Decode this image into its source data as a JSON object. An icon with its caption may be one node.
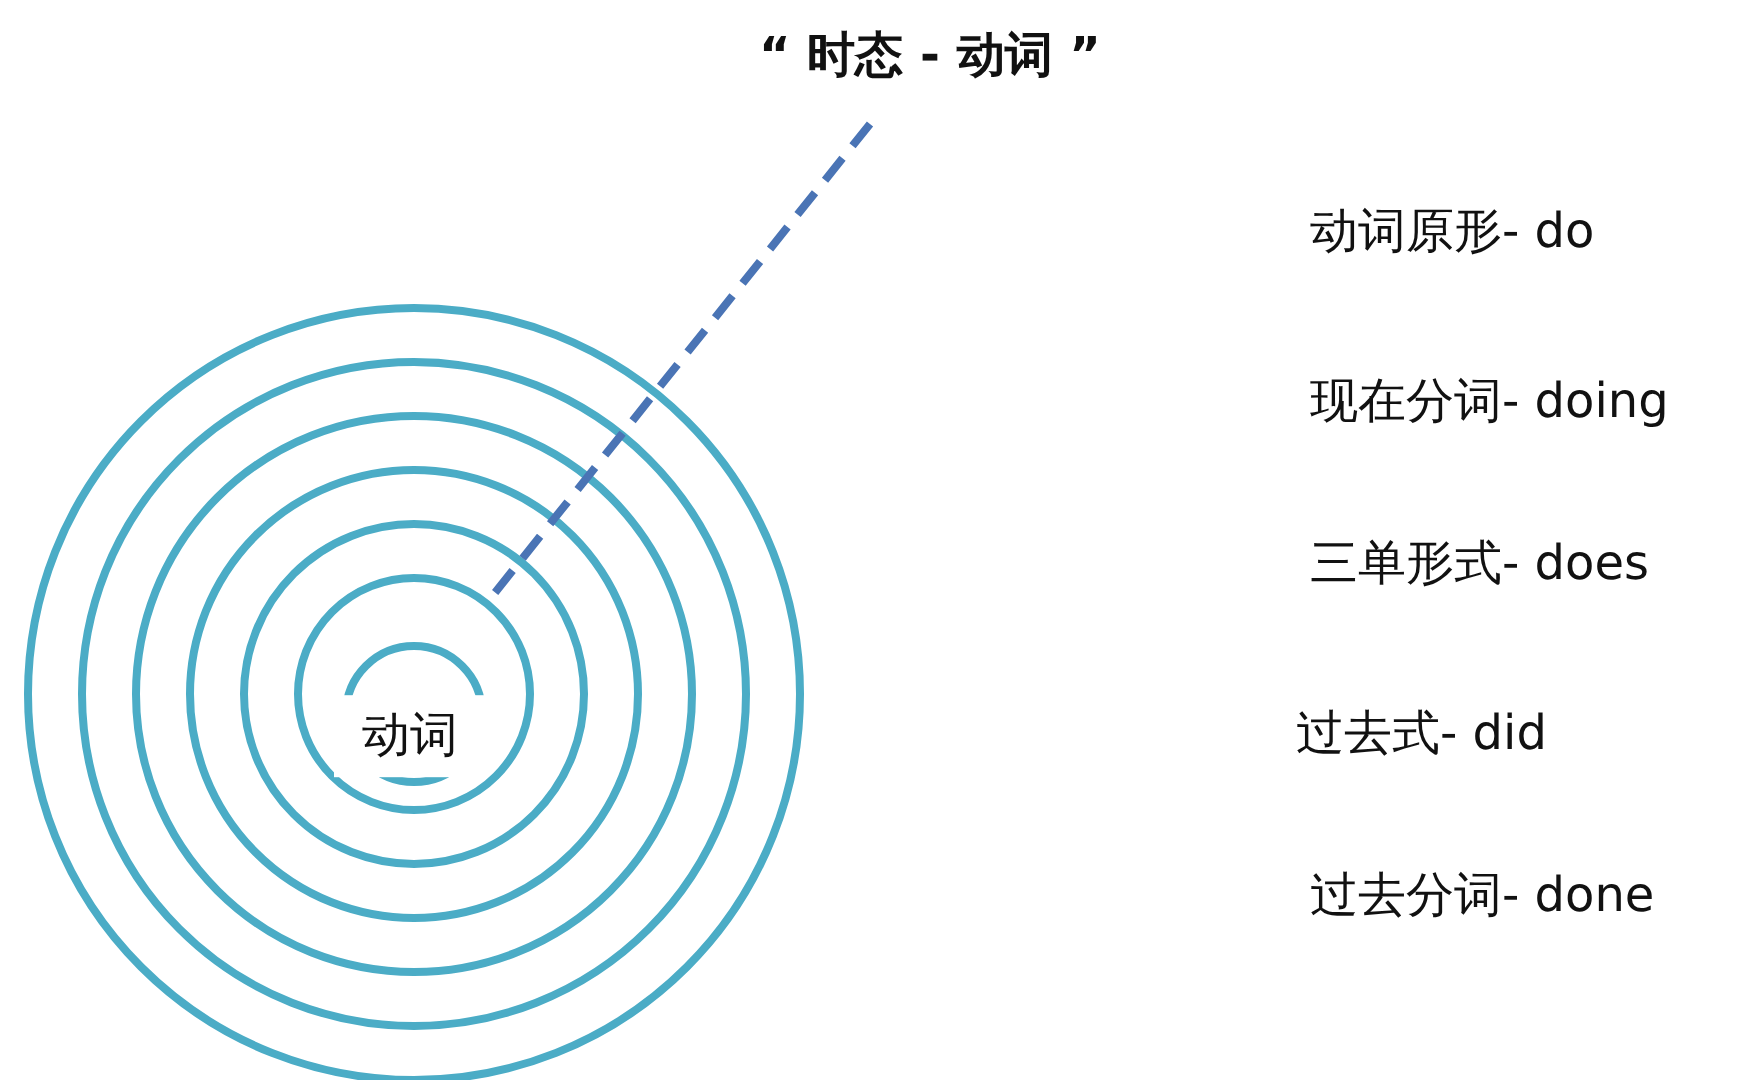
{
  "diagram": {
    "nodes": [
      {
        "text": [
          "“ 时态 - 动词 ”"
        ]
      },
      {
        "text": [],
        "shape": "circle"
      }
    ],
    "edges": [
      {
        "from": 0,
        "to": 1,
        "arrow": "none",
        "style": "dashed"
      }
    ],
    "labels": [
      "动词原形- do",
      "现在分词- doing",
      "三单形式- does",
      "动词",
      "过去式- did",
      "过去分词- done"
    ]
  }
}
